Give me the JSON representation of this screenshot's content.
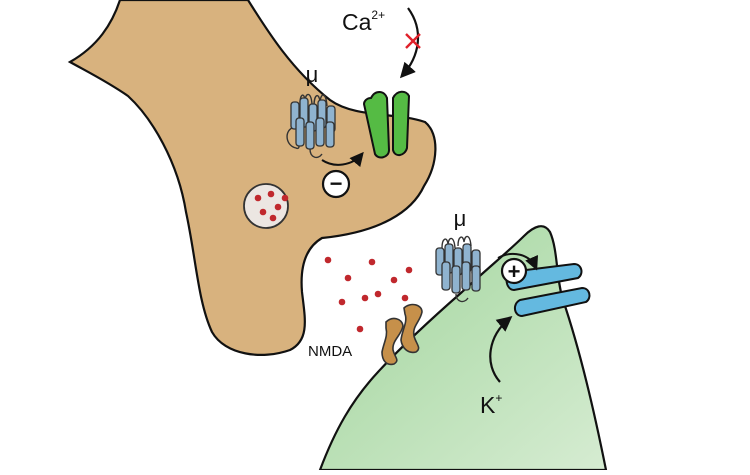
{
  "labels": {
    "calcium": {
      "base": "Ca",
      "sup": "2+"
    },
    "potassium": {
      "base": "K",
      "sup": "+"
    },
    "mu_presynaptic": "μ",
    "mu_postsynaptic": "μ",
    "nmda": "NMDA",
    "inhibition_sign": "−",
    "activation_sign": "+"
  },
  "colors": {
    "presynaptic_fill": "#d8b27e",
    "postsynaptic_fill_light": "#d6ecd2",
    "postsynaptic_fill_dark": "#9fd49a",
    "opioid_receptor": "#8fb3cf",
    "calcium_channel": "#55bb44",
    "potassium_channel": "#64b9e0",
    "nmda_receptor": "#c6904a",
    "vesicle_fill": "#ece6e2",
    "neurotransmitter": "#c0282d",
    "block_mark": "#e0202a",
    "outline": "#111111"
  },
  "icons": {
    "block_mark": "x-mark-icon",
    "inhibition": "minus-circle-icon",
    "activation": "plus-circle-icon"
  }
}
